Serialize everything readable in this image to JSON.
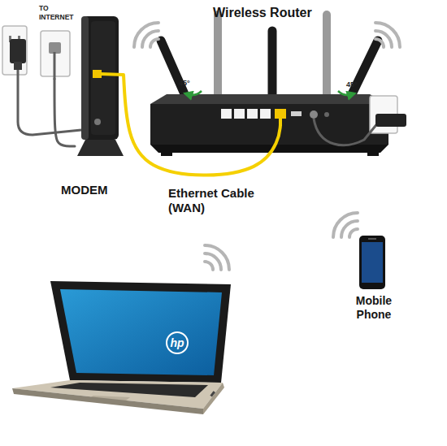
{
  "diagram": {
    "nodes": [
      {
        "text": [
          "TO INTERNET"
        ]
      },
      {
        "text": [
          "MODEM"
        ]
      },
      {
        "text": [
          "Wireless Router"
        ]
      },
      {
        "text": [
          "Mobile Phone"
        ]
      },
      {
        "text": [
          "hp"
        ]
      }
    ],
    "edges": [
      {
        "from": 0,
        "to": 1,
        "arrow": "none"
      },
      {
        "from": 1,
        "to": 2,
        "label": "Ethernet Cable (WAN)",
        "arrow": "none"
      }
    ],
    "labels": [
      "45°",
      "45°"
    ]
  }
}
